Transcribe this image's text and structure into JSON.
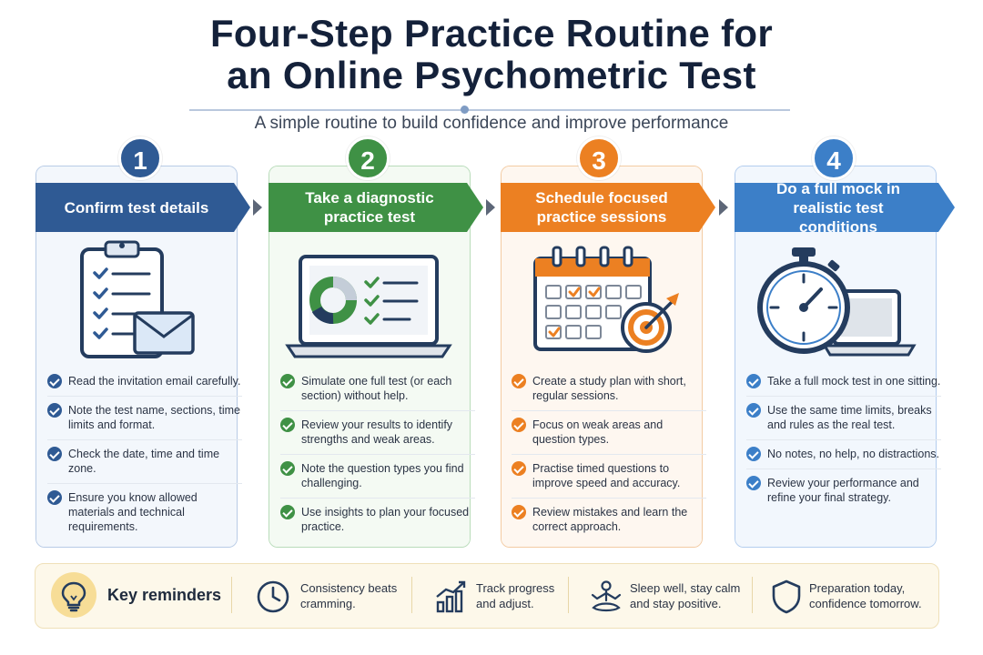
{
  "title_line1": "Four-Step Practice Routine for",
  "title_line2": "an Online Psychometric Test",
  "subtitle": "A simple routine to build confidence and improve performance",
  "colors": {
    "step1": "#2f5a94",
    "step2": "#3f9145",
    "step3": "#ec8022",
    "step4": "#3c7fc8"
  },
  "steps": [
    {
      "number": "1",
      "title": "Confirm test details",
      "icon": "clipboard-envelope-icon",
      "items": [
        "Read the invitation email carefully.",
        "Note the test name, sections, time limits and format.",
        "Check the date, time and time zone.",
        "Ensure you know allowed materials and technical requirements."
      ]
    },
    {
      "number": "2",
      "title": "Take a diagnostic practice test",
      "icon": "laptop-chart-icon",
      "items": [
        "Simulate one full test (or each section) without help.",
        "Review your results to identify strengths and weak areas.",
        "Note the question types you find challenging.",
        "Use insights to plan your focused practice."
      ]
    },
    {
      "number": "3",
      "title": "Schedule focused practice sessions",
      "icon": "calendar-target-icon",
      "items": [
        "Create a study plan with short, regular sessions.",
        "Focus on weak areas and question types.",
        "Practise timed questions to improve speed and accuracy.",
        "Review mistakes and learn the correct approach."
      ]
    },
    {
      "number": "4",
      "title": "Do a full mock in realistic test conditions",
      "icon": "stopwatch-laptop-icon",
      "items": [
        "Take a full mock test in one sitting.",
        "Use the same time limits, breaks and rules as the real test.",
        "No notes, no help, no distractions.",
        "Review your performance and refine your final strategy."
      ]
    }
  ],
  "reminders": {
    "title": "Key reminders",
    "items": [
      {
        "icon": "clock-icon",
        "text": "Consistency beats cramming."
      },
      {
        "icon": "growth-chart-icon",
        "text": "Track progress and adjust."
      },
      {
        "icon": "meditation-icon",
        "text": "Sleep well, stay calm and stay positive."
      },
      {
        "icon": "shield-icon",
        "text": "Preparation today, confidence tomorrow."
      }
    ]
  }
}
